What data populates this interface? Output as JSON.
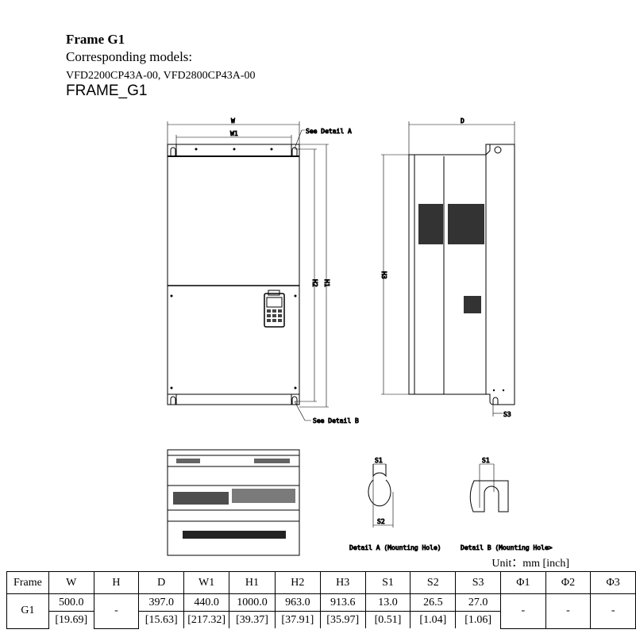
{
  "header": {
    "title": "Frame G1",
    "corresponding_label": "Corresponding models:",
    "models": "VFD2200CP43A-00, VFD2800CP43A-00",
    "frame_label": "FRAME_G1"
  },
  "drawing": {
    "dim_w": "W",
    "dim_w1": "W1",
    "dim_h1": "H1",
    "dim_h2": "H2",
    "dim_h3": "H3",
    "dim_d": "D",
    "dim_s3": "S3",
    "dim_s1_a": "S1",
    "dim_s2": "S2",
    "dim_s1_b": "S1",
    "see_detail_a": "See Detail A",
    "see_detail_b": "See Detail B",
    "detail_a_caption": "Detail A (Mounting Hole)",
    "detail_b_caption": "Detail B (Mounting Hole>"
  },
  "table": {
    "unit": "Unit：mm [inch]",
    "headers": [
      "Frame",
      "W",
      "H",
      "D",
      "W1",
      "H1",
      "H2",
      "H3",
      "S1",
      "S2",
      "S3",
      "Φ1",
      "Φ2",
      "Φ3"
    ],
    "row": {
      "frame": "G1",
      "mm": [
        "500.0",
        "-",
        "397.0",
        "440.0",
        "1000.0",
        "963.0",
        "913.6",
        "13.0",
        "26.5",
        "27.0",
        "-",
        "-",
        "-"
      ],
      "inch": [
        "[19.69]",
        "",
        "[15.63]",
        "[217.32]",
        "[39.37]",
        "[37.91]",
        "[35.97]",
        "[0.51]",
        "[1.04]",
        "[1.06]",
        "",
        "",
        ""
      ]
    }
  }
}
